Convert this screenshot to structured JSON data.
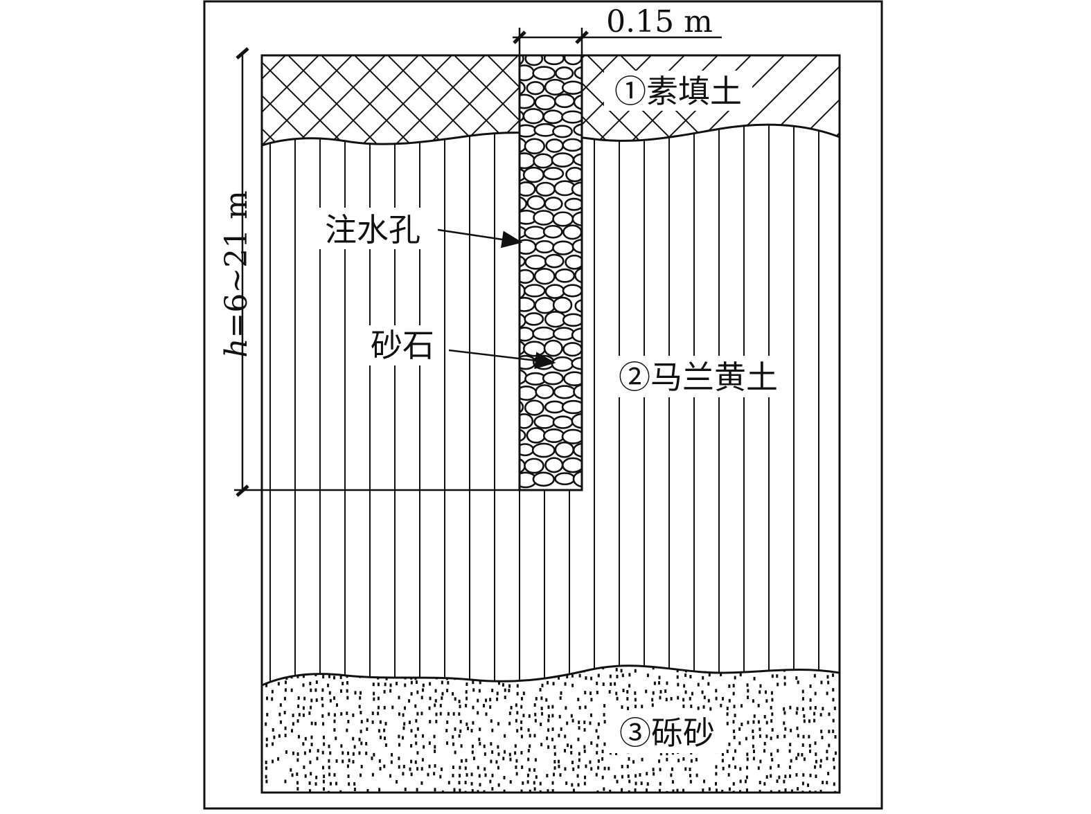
{
  "diagram": {
    "layers": {
      "fill": "①素填土",
      "loess": "②马兰黄土",
      "gravel": "③砾砂"
    },
    "hole_label": "注水孔",
    "stone_label": "砂石",
    "width_dim": "0.15 m",
    "depth_dim_var": "h",
    "depth_dim_rest": "=6~21 m"
  },
  "colors": {
    "ink": "#111111",
    "background": "#ffffff"
  }
}
